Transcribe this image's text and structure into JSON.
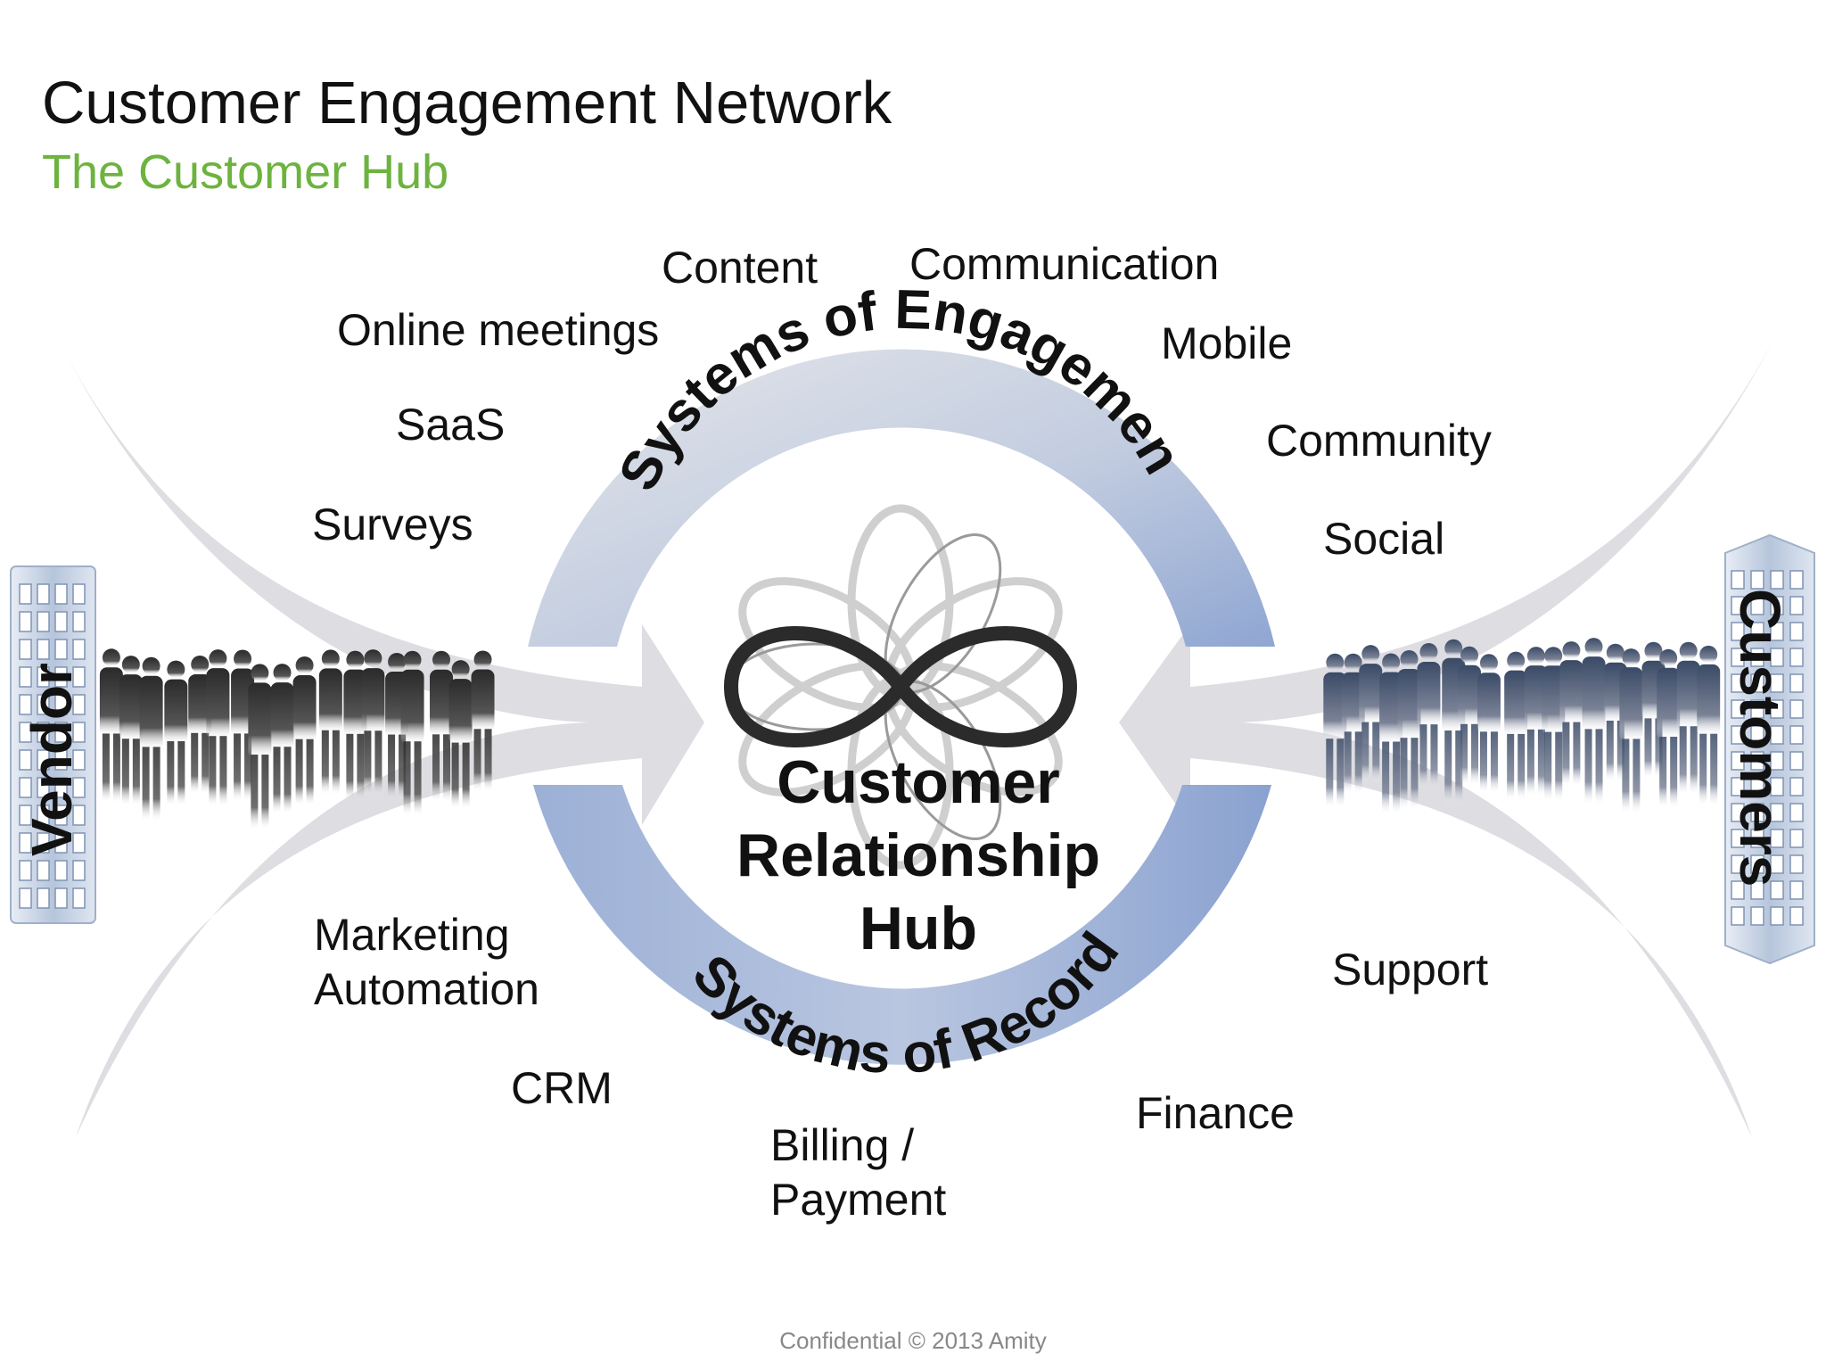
{
  "header": {
    "title": "Customer Engagement Network",
    "subtitle": "The Customer Hub"
  },
  "ring": {
    "engagement_label": "Systems of Engagement",
    "record_label": "Systems of Record",
    "ring_color": "#a9b9d9",
    "ring_light": "#d9dde6"
  },
  "hub": {
    "line1": "Customer",
    "line2": "Relationship",
    "line3": "Hub"
  },
  "sides": {
    "vendor": "Vendor",
    "customers": "Customers"
  },
  "engagement_items": [
    "Content",
    "Communication",
    "Online meetings",
    "Mobile",
    "SaaS",
    "Community",
    "Surveys",
    "Social"
  ],
  "record_items": {
    "marketing_line1": "Marketing",
    "marketing_line2": "Automation",
    "crm": "CRM",
    "billing_line1": "Billing /",
    "billing_line2": "Payment",
    "finance": "Finance",
    "support": "Support"
  },
  "footer": "Confidential © 2013 Amity",
  "colors": {
    "title": "#111111",
    "subtitle": "#6db33f",
    "arrows": "#dcdce0",
    "building": "#b8c7dc",
    "footer": "#888888"
  }
}
